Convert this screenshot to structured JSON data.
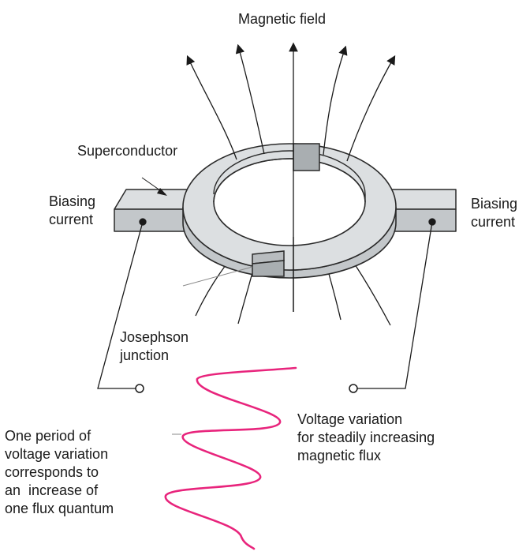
{
  "labels": {
    "magnetic_field": "Magnetic field",
    "superconductor": "Superconductor",
    "biasing_current_left": "Biasing\ncurrent",
    "biasing_current_right": "Biasing\ncurrent",
    "josephson_junction": "Josephson\njunction",
    "voltage_variation": "Voltage variation\nfor steadily increasing\nmagnetic flux",
    "flux_quantum_note": "One period of\nvoltage variation\ncorresponds to\nan  increase of\none flux quantum"
  },
  "colors": {
    "ring_top": "#dcdfe1",
    "ring_side": "#c3c7ca",
    "junction": "#a9aeb1",
    "field_lines": "#1a1a1a",
    "wave": "#e8247c"
  }
}
